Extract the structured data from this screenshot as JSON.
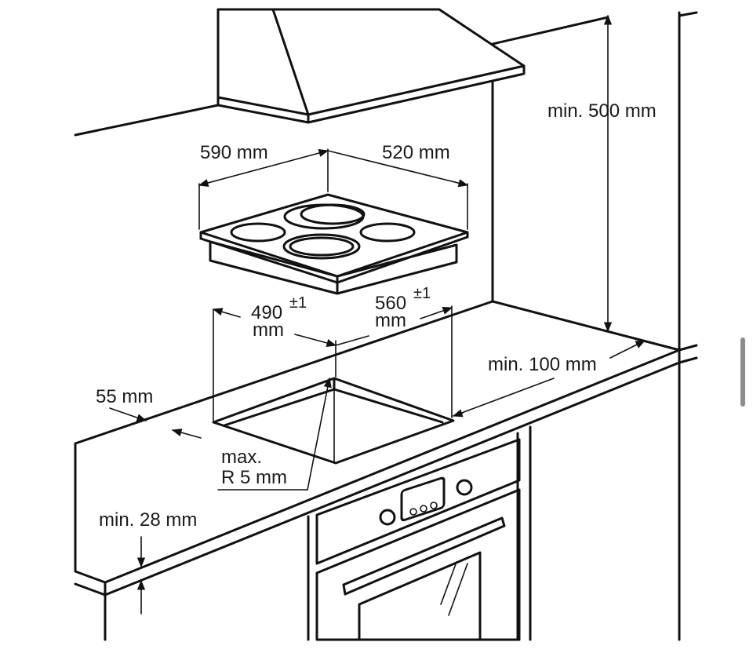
{
  "labels": {
    "hob_width": "590 mm",
    "hob_depth": "520 mm",
    "cutout_width_value": "490",
    "cutout_width_tol": "±1",
    "cutout_width_unit": "mm",
    "cutout_depth_value": "560",
    "cutout_depth_tol": "±1",
    "cutout_depth_unit": "mm",
    "hood_clearance": "min. 500 mm",
    "rear_clearance": "min. 100 mm",
    "front_clearance": "55 mm",
    "corner_radius_line1": "max.",
    "corner_radius_line2": "R 5 mm",
    "worktop_thickness": "min. 28 mm"
  },
  "colors": {
    "line": "#111111",
    "background": "#ffffff",
    "scrollbar": "#8c8c8c"
  }
}
